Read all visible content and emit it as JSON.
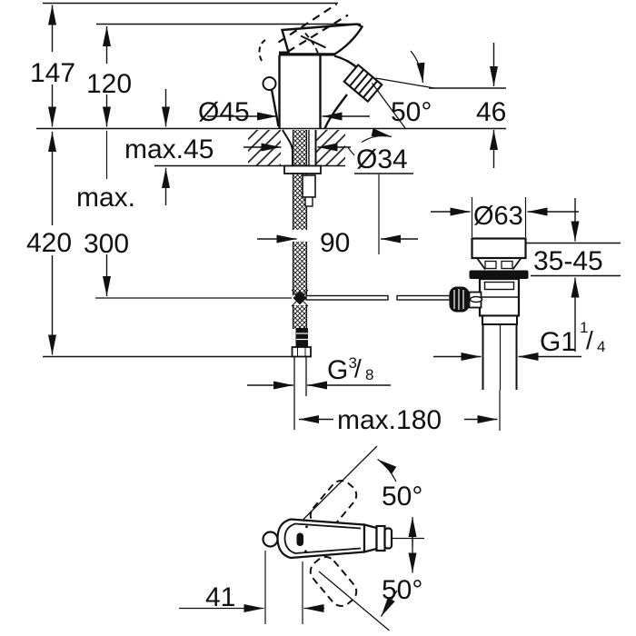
{
  "colors": {
    "ink": "#111111",
    "paper": "#ffffff"
  },
  "side_view": {
    "total_height": "147",
    "spout_height": "120",
    "body_diameter": "Ø45",
    "spout_angle": "50°",
    "outlet_height": "46",
    "deck_thickness": "max.45",
    "hole_diameter": "Ø34",
    "hose_drop_prefix": "max.",
    "hose_drop_value": "300",
    "overall_depth": "420",
    "rod_offset": "90",
    "waste_top_diameter": "Ø63",
    "waste_deck_range": "35-45",
    "waste_thread": {
      "base": "G1",
      "sup": "1",
      "slash": "/",
      "sub": "4"
    },
    "supply_thread": {
      "base": "G",
      "sup": "3",
      "slash": "/",
      "sub": "8"
    },
    "drain_distance": "max.180"
  },
  "top_view": {
    "swing_upper": "50°",
    "swing_lower": "50°",
    "lever_offset": "41"
  }
}
